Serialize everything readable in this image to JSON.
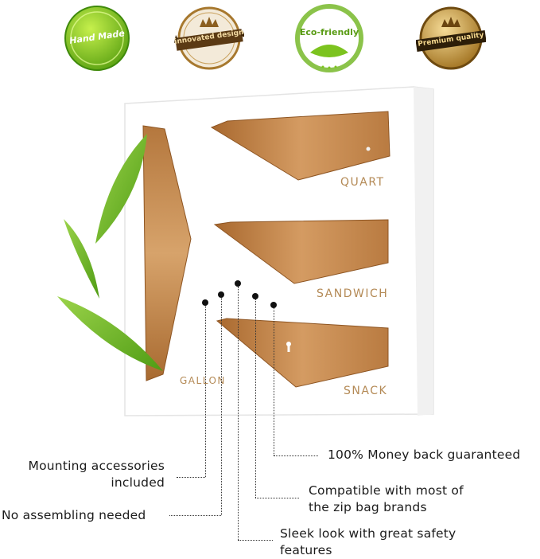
{
  "badges": {
    "hand_made": "Hand Made",
    "innovated_design": "innovated design",
    "eco_friendly": "Eco-friendly",
    "premium_quality": "Premium quality"
  },
  "slots": {
    "quart": "QUART",
    "sandwich": "SANDWICH",
    "snack": "SNACK",
    "gallon": "GALLON"
  },
  "features": {
    "money_back": "100% Money back guaranteed",
    "mounting_line1": "Mounting accessories",
    "mounting_line2": "included",
    "compatible_line1": "Compatible with most of",
    "compatible_line2": "the zip bag brands",
    "no_assembling": "No assembling needed",
    "sleek_line1": "Sleek look with great safety",
    "sleek_line2": "features"
  },
  "colors": {
    "badge_green": "#7cc31f",
    "badge_gold": "#b08436",
    "bamboo": "#c98f55",
    "label": "#b48a56"
  }
}
